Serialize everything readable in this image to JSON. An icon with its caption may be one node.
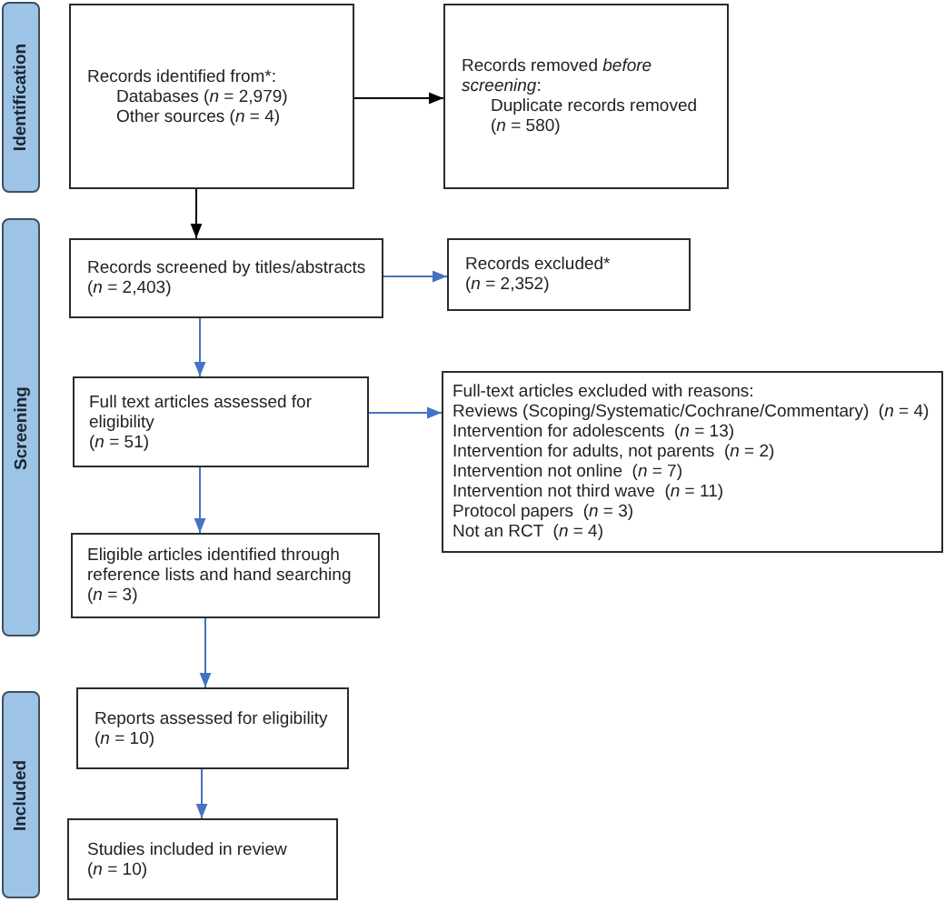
{
  "diagram": {
    "nodes": [
      {
        "text": [
          "Identification"
        ]
      },
      {
        "text": [
          "Records identified from*:",
          "Databases (*n* = 2,979)",
          "Other sources (*n* = 4)"
        ]
      },
      {
        "text": [
          "Records removed *before screening*:",
          "Duplicate records removed (*n* = 580)"
        ]
      },
      {
        "text": [
          "Screening"
        ]
      },
      {
        "text": [
          "Records screened by titles/abstracts",
          "(*n* = 2,403)"
        ]
      },
      {
        "text": [
          "Records excluded*",
          "(*n* = 2,352)"
        ]
      },
      {
        "text": [
          "Full text articles assessed for eligibility",
          "(*n* = 51)"
        ]
      },
      {
        "text": [
          "Full-text articles excluded with reasons:",
          "Reviews (Scoping/Systematic/Cochrane/Commentary)  (*n* = 4)",
          "Intervention for adolescents  (*n* = 13)",
          "Intervention for adults, not parents  (*n* = 2)",
          "Intervention not online  (*n* = 7)",
          "Intervention not third wave  (*n* = 11)",
          "Protocol papers  (*n* = 3)",
          "Not an RCT  (*n* = 4)"
        ]
      },
      {
        "text": [
          "Eligible articles identified through reference lists and hand searching",
          "(*n* = 3)"
        ]
      },
      {
        "text": [
          "Included"
        ]
      },
      {
        "text": [
          "Reports assessed for eligibility",
          "(*n* = 10)"
        ]
      },
      {
        "text": [
          "Studies included in review",
          "(*n* = 10)"
        ]
      }
    ],
    "edges": [
      {
        "from": 1,
        "to": 2,
        "arrow": "to",
        "color": "#000000"
      },
      {
        "from": 1,
        "to": 4,
        "arrow": "to",
        "color": "#000000"
      },
      {
        "from": 4,
        "to": 5,
        "arrow": "to"
      },
      {
        "from": 4,
        "to": 6,
        "arrow": "to"
      },
      {
        "from": 6,
        "to": 7,
        "arrow": "to"
      },
      {
        "from": 6,
        "to": 8,
        "arrow": "to"
      },
      {
        "from": 8,
        "to": 10,
        "arrow": "to"
      },
      {
        "from": 10,
        "to": 11,
        "arrow": "to"
      }
    ]
  }
}
